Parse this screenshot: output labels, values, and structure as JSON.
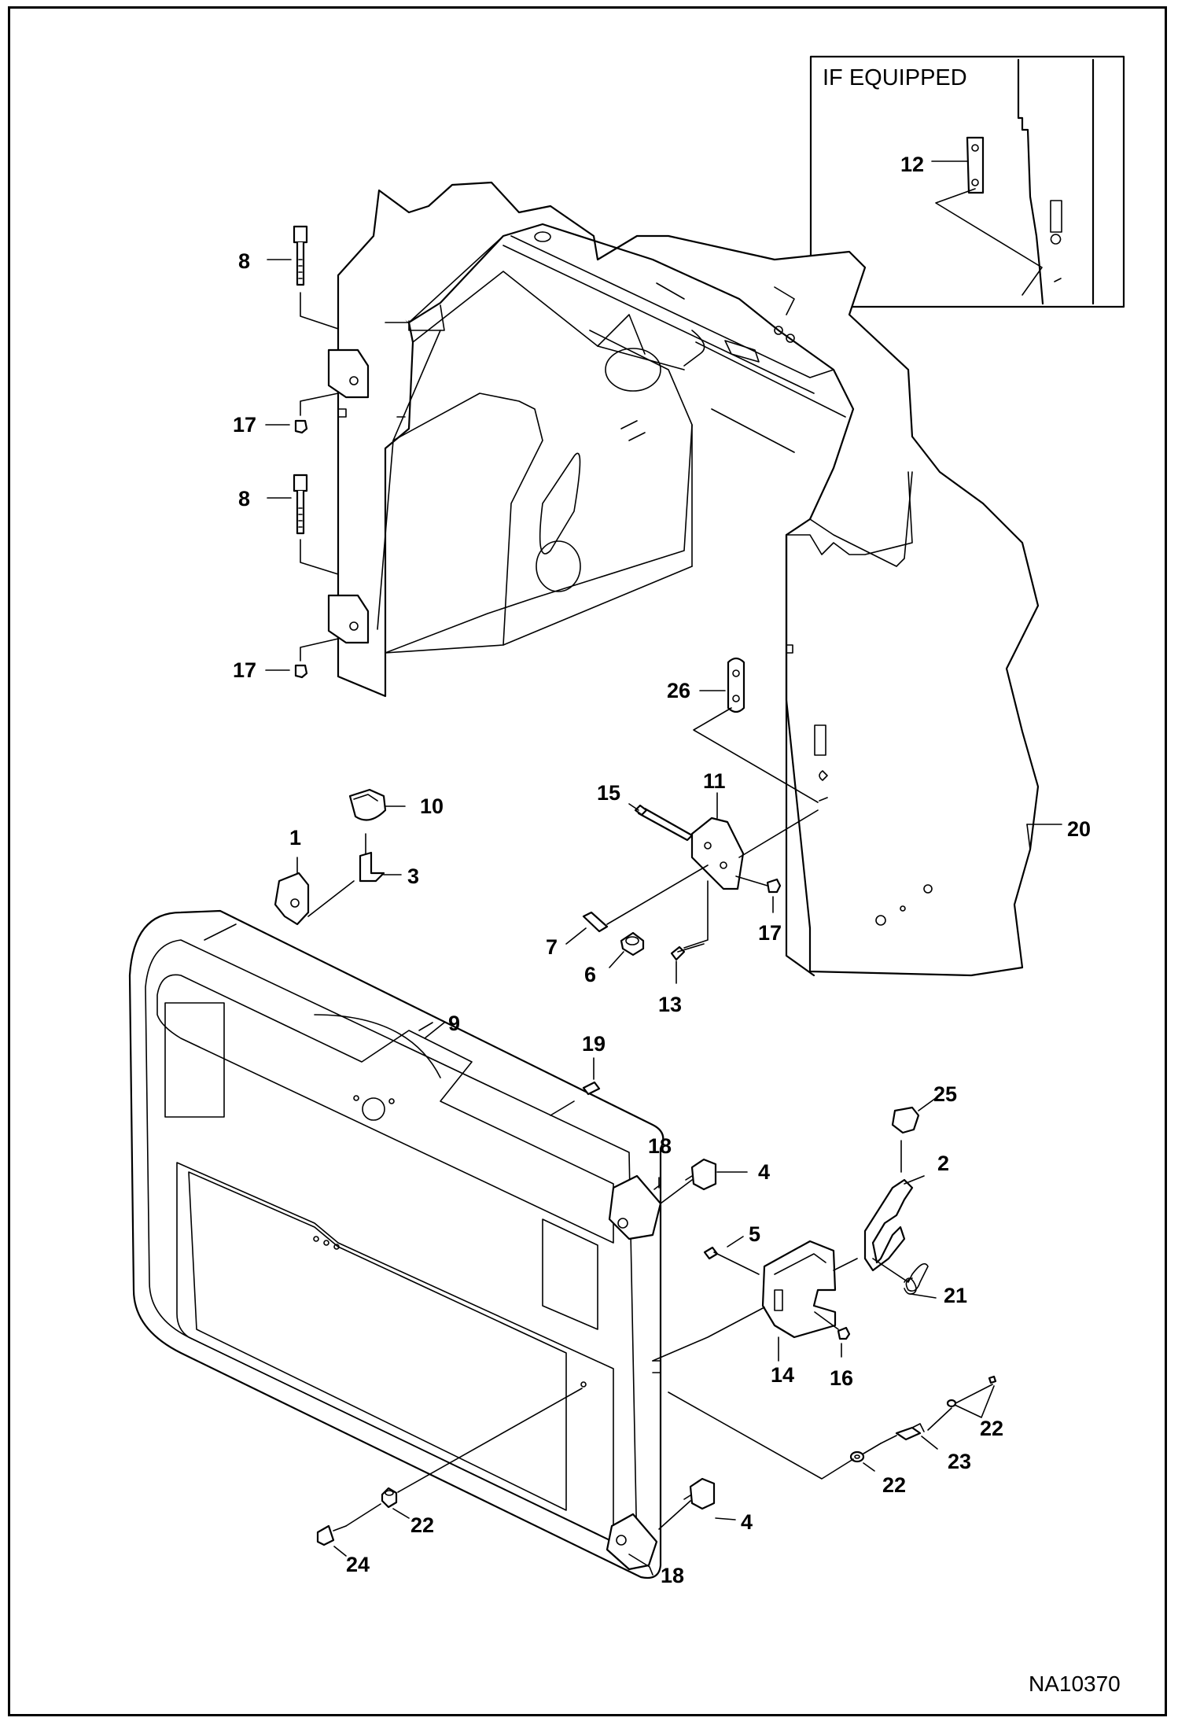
{
  "inset": {
    "title": "IF EQUIPPED"
  },
  "figure_id": "NA10370",
  "callouts": {
    "c1": "1",
    "c2": "2",
    "c3": "3",
    "c4a": "4",
    "c4b": "4",
    "c5": "5",
    "c6": "6",
    "c7": "7",
    "c8a": "8",
    "c8b": "8",
    "c9": "9",
    "c10": "10",
    "c11": "11",
    "c12": "12",
    "c13": "13",
    "c14": "14",
    "c15": "15",
    "c16": "16",
    "c17a": "17",
    "c17b": "17",
    "c17c": "17",
    "c18a": "18",
    "c18b": "18",
    "c19": "19",
    "c20": "20",
    "c21": "21",
    "c22a": "22",
    "c22b": "22",
    "c22c": "22",
    "c23": "23",
    "c24": "24",
    "c25": "25",
    "c26": "26"
  }
}
